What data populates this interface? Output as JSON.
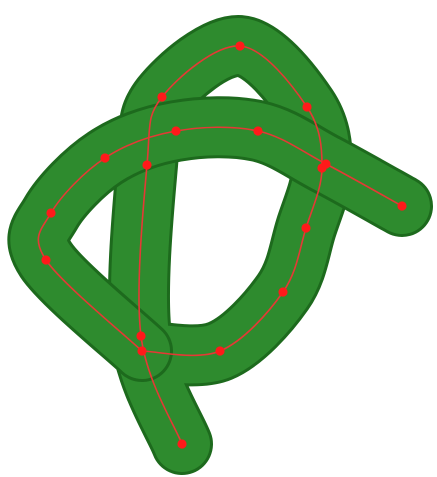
{
  "stroke": {
    "fill_color": "#2e8b2e",
    "outline_color": "#1d6a1d",
    "centerline_color": "#e53935",
    "node_color": "#ff1a1a"
  },
  "nodes": [
    {
      "id": "n1"
    },
    {
      "id": "n2"
    },
    {
      "id": "n3"
    },
    {
      "id": "n4"
    },
    {
      "id": "n5"
    },
    {
      "id": "n6"
    },
    {
      "id": "n7"
    },
    {
      "id": "n8"
    },
    {
      "id": "n9"
    },
    {
      "id": "n10"
    },
    {
      "id": "n11"
    },
    {
      "id": "n12"
    },
    {
      "id": "n13"
    },
    {
      "id": "n14"
    },
    {
      "id": "n15"
    },
    {
      "id": "n16"
    },
    {
      "id": "n17"
    },
    {
      "id": "n18"
    }
  ]
}
